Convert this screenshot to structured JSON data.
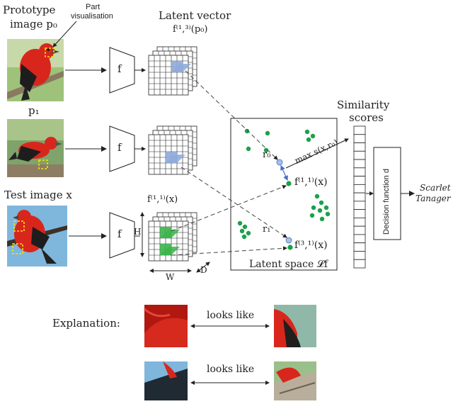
{
  "labels": {
    "prototype_title_line1": "Prototype",
    "prototype_title_line2": "image p₀",
    "part_vis_line1": "Part",
    "part_vis_line2": "visualisation",
    "latent_vector": "Latent vector",
    "f13_p0": "f⁽¹,³⁾(p₀)",
    "p1": "p₁",
    "test_image": "Test image x",
    "encoder_f": "f",
    "f11_x_grid": "f⁽¹,¹⁾(x)",
    "dim_H": "H",
    "dim_W": "W",
    "dim_D": "D",
    "r0": "r₀",
    "r1": "r₁",
    "f11_x_space": "f⁽¹,¹⁾(x)",
    "f31_x_space": "f⁽³,¹⁾(x)",
    "max_s": "max s(x,r₀)",
    "latent_space": "Latent space 𝓛f",
    "similarity_line1": "Similarity",
    "similarity_line2": "scores",
    "decision_function": "Decision function d",
    "class_line1": "Scarlet",
    "class_line2": "Tanager",
    "explanation": "Explanation:",
    "looks_like_1": "looks like",
    "looks_like_2": "looks like"
  },
  "colors": {
    "line": "#222222",
    "green_point": "#1aa14a",
    "proto_point": "#a8bfe3",
    "blue_cell": "#8eaadb",
    "green_cell": "#3cb44b",
    "yellow_box": "#f5e400",
    "arrow_blue": "#4472c4"
  },
  "similarity_cell_count": 17
}
